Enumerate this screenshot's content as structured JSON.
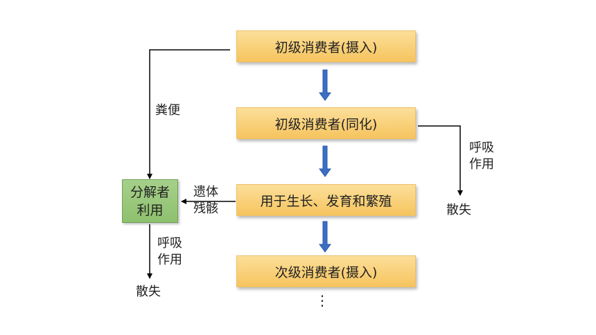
{
  "boxes": {
    "b1": "初级消费者(摄入)",
    "b2": "初级消费者(同化)",
    "b3": "用于生长、发育和繁殖",
    "b4": "次级消费者(摄入)",
    "decomposer_line1": "分解者",
    "decomposer_line2": "利用"
  },
  "labels": {
    "feces": "粪便",
    "resp_right_1": "呼吸",
    "resp_right_2": "作用",
    "loss_right": "散失",
    "remains_1": "遗体",
    "remains_2": "残骸",
    "resp_left_1": "呼吸",
    "resp_left_2": "作用",
    "loss_left": "散失",
    "continuation": "⋮"
  },
  "colors": {
    "box_fill": "#f8cf75",
    "decomposer_fill": "#94c478",
    "flow_arrow": "#3a6fc4",
    "line": "#000000"
  }
}
